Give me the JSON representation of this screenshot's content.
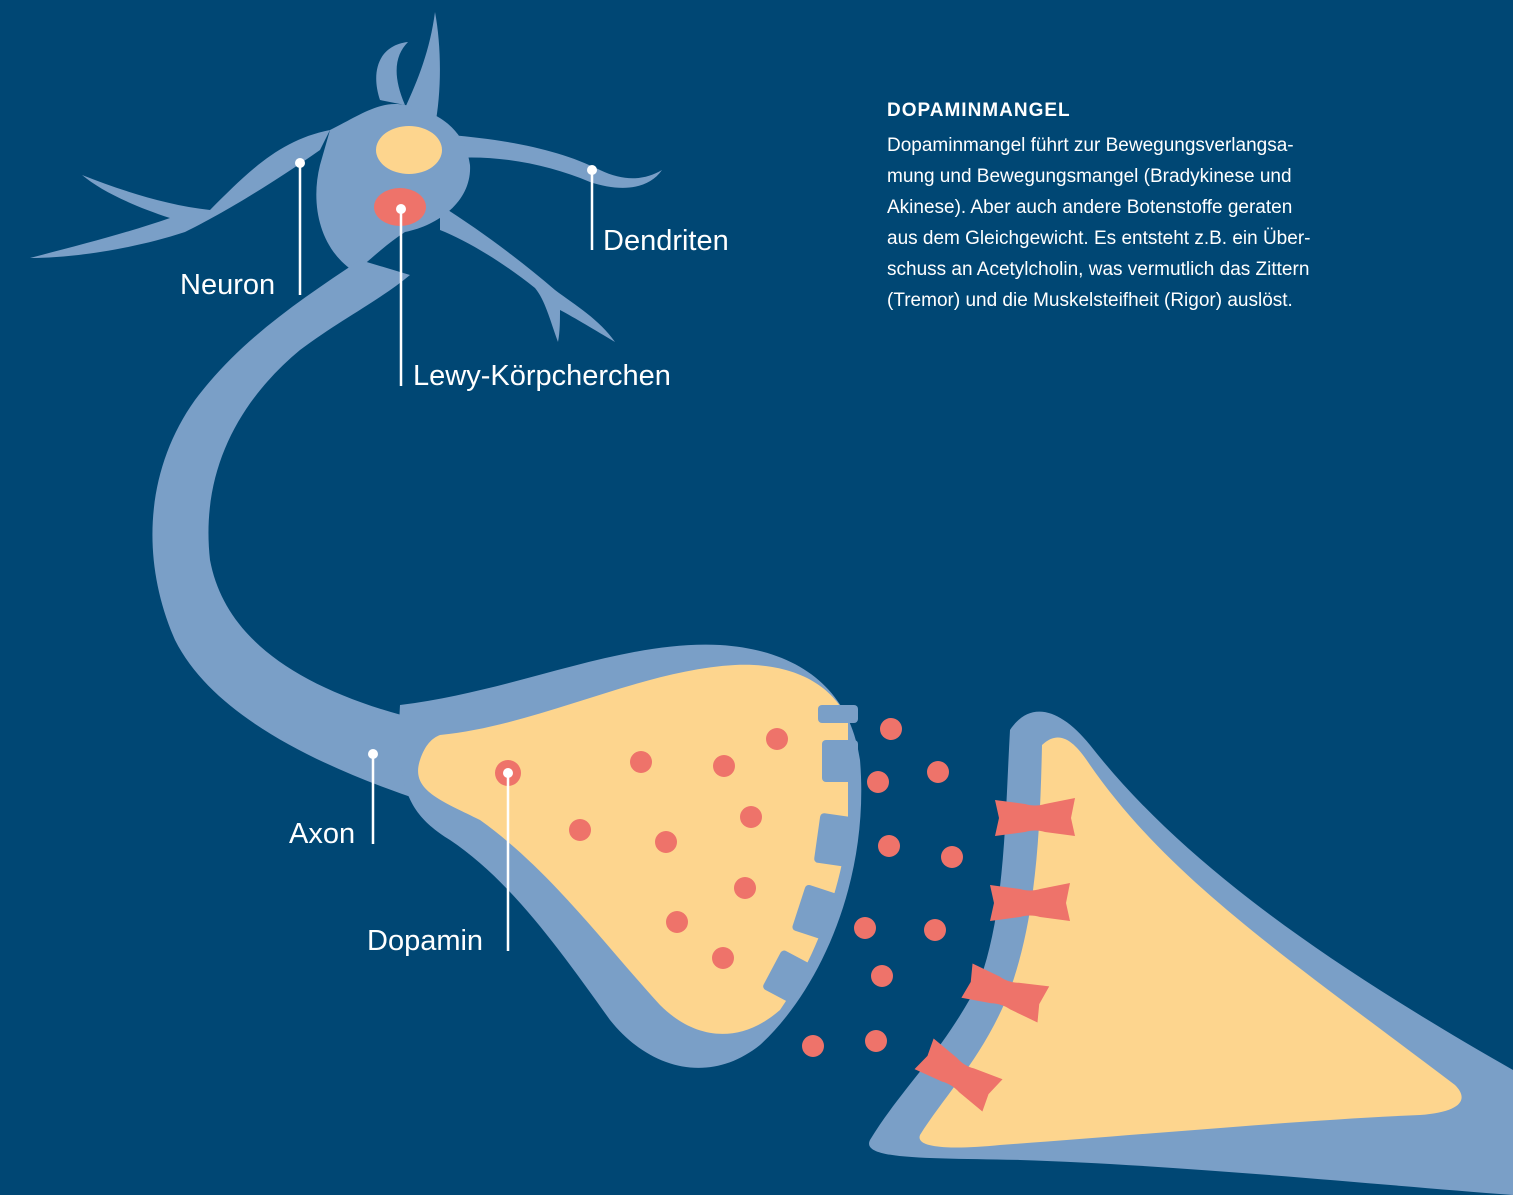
{
  "labels": {
    "neuron": "Neuron",
    "dendrites": "Dendriten",
    "lewy_bodies": "Lewy-Körpcherchen",
    "axon": "Axon",
    "dopamine": "Dopamin"
  },
  "info": {
    "title": "DOPAMINMANGEL",
    "lines": [
      "Dopaminmangel führt zur Bewegungsverlangsa-",
      "mung und Bewegungsmangel (Bradykinese und",
      "Akinese). Aber auch andere Botenstoffe geraten",
      "aus dem Gleichgewicht. Es entsteht z.B. ein Über-",
      "schuss an Acetylcholin, was vermutlich das Zittern",
      "(Tremor) und die Muskelsteifheit (Rigor) auslöst."
    ]
  },
  "colors": {
    "background": "#004774",
    "membrane": "#7a9fc7",
    "cytoplasm": "#fdd58e",
    "dopamine": "#ee736a",
    "nucleus": "#fdd58e",
    "lewy_body": "#ee736a",
    "text": "#ffffff"
  }
}
